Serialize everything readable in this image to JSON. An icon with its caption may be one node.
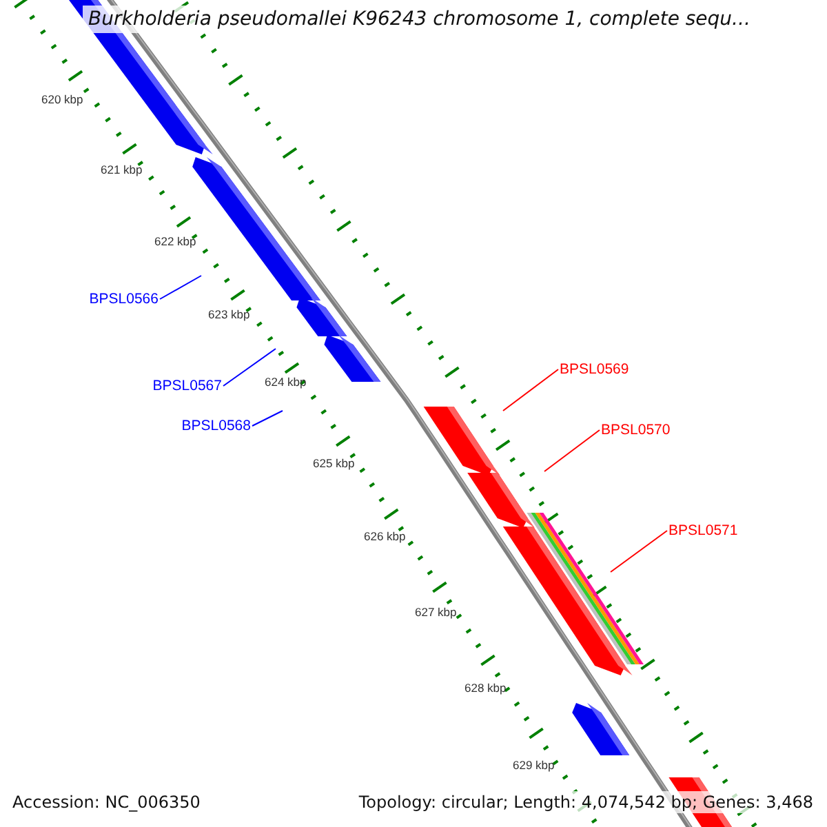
{
  "diagram": {
    "title": "Burkholderia pseudomallei K96243 chromosome 1, complete sequ...",
    "nodes": [
      {
        "text": [
          "BPSL0566"
        ]
      },
      {
        "text": [
          "BPSL0567"
        ]
      },
      {
        "text": [
          "BPSL0568"
        ]
      },
      {
        "text": [
          "BPSL0569"
        ]
      },
      {
        "text": [
          "BPSL0570"
        ]
      },
      {
        "text": [
          "BPSL0571"
        ]
      }
    ],
    "edges": [
      {
        "from": 0,
        "to": null,
        "arrow": "none",
        "color": "#0000ff"
      },
      {
        "from": 1,
        "to": null,
        "arrow": "none",
        "color": "#0000ff"
      },
      {
        "from": 2,
        "to": null,
        "arrow": "none",
        "color": "#0000ff"
      },
      {
        "from": 3,
        "to": null,
        "arrow": "none",
        "color": "#ff0000"
      },
      {
        "from": 4,
        "to": null,
        "arrow": "none",
        "color": "#ff0000"
      },
      {
        "from": 5,
        "to": null,
        "arrow": "none",
        "color": "#ff0000"
      }
    ],
    "labels": [
      "620 kbp",
      "621 kbp",
      "622 kbp",
      "623 kbp",
      "624 kbp",
      "625 kbp",
      "626 kbp",
      "627 kbp",
      "628 kbp",
      "629 kbp",
      "Accession: NC_006350",
      "Topology: circular; Length: 4,074,542 bp; Genes: 3,468"
    ]
  }
}
